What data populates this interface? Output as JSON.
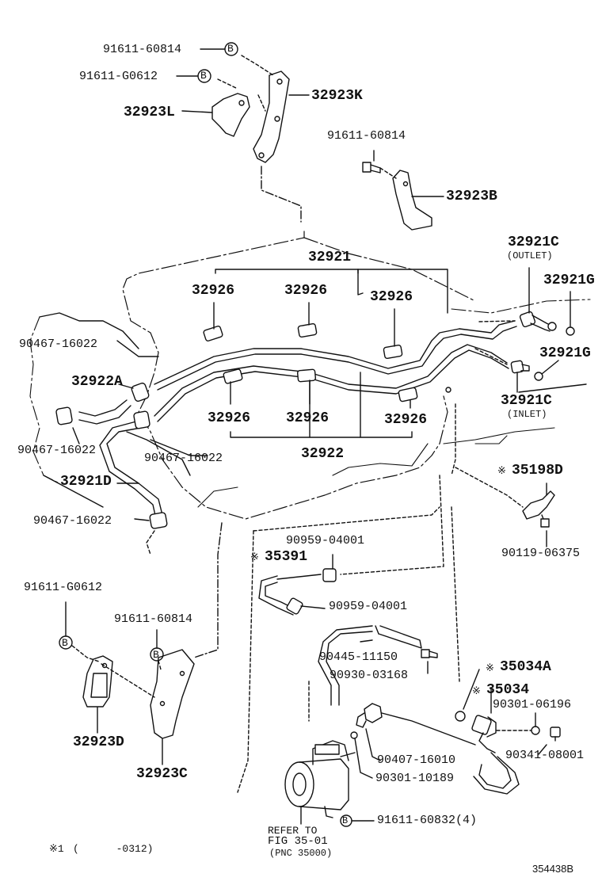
{
  "labels": {
    "p91611_60814_top": "91611-60814",
    "p91611_G0612_top": "91611-G0612",
    "p32923K": "32923K",
    "p32923L": "32923L",
    "p91611_60814_mid": "91611-60814",
    "p32923B": "32923B",
    "p32921": "32921",
    "p32921C_out": "32921C",
    "outlet": "(OUTLET)",
    "p32921G_1": "32921G",
    "p32926_1": "32926",
    "p32926_2": "32926",
    "p32926_3": "32926",
    "p90467_16022_1": "90467-16022",
    "p32921G_2": "32921G",
    "p32922A": "32922A",
    "p32921C_in": "32921C",
    "inlet": "(INLET)",
    "p32926_4": "32926",
    "p32926_5": "32926",
    "p32926_6": "32926",
    "p90467_16022_2": "90467-16022",
    "p90467_16022_3": "90467-16022",
    "p32922": "32922",
    "p35198D": "35198D",
    "p32921D": "32921D",
    "p90467_16022_4": "90467-16022",
    "p90119_06375": "90119-06375",
    "p90959_04001_1": "90959-04001",
    "p35391": "35391",
    "p91611_G0612_bl": "91611-G0612",
    "p90959_04001_2": "90959-04001",
    "p91611_60814_bl": "91611-60814",
    "p90445_11150": "90445-11150",
    "p90930_03168": "90930-03168",
    "p35034A": "35034A",
    "p35034": "35034",
    "p90301_06196": "90301-06196",
    "p32923D": "32923D",
    "p90407_16010": "90407-16010",
    "p90341_08001": "90341-08001",
    "p32923C": "32923C",
    "p90301_10189": "90301-10189",
    "p91611_60832": "91611-60832(4)",
    "refer_line1": "REFER TO",
    "refer_line2": "FIG 35-01",
    "refer_line3": "(PNC 35000)",
    "footnote_mark": "※1",
    "footnote_range": "(      -0312)",
    "figure_code": "354438B",
    "asterisk": "※",
    "circle_b": "B"
  }
}
